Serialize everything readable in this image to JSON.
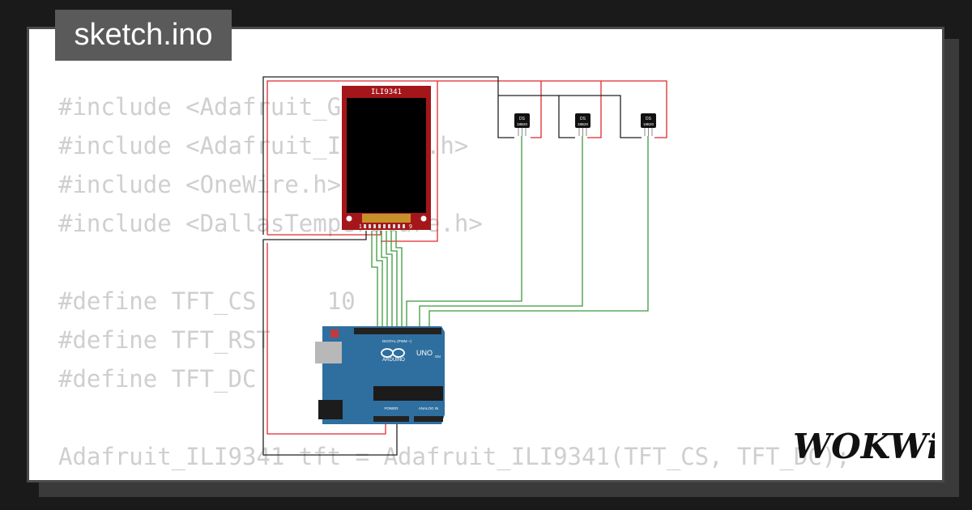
{
  "file_tab": {
    "label": "sketch.ino"
  },
  "code_lines": [
    "#include <Adafruit_GFX.h>",
    "#include <Adafruit_ILI9341.h>",
    "#include <OneWire.h>",
    "#include <DallasTemperature.h>",
    "",
    "#define TFT_CS     10",
    "#define TFT_RST    9",
    "#define TFT_DC     8",
    "",
    "Adafruit_ILI9341 tft = Adafruit_ILI9341(TFT_CS, TFT_DC);"
  ],
  "display": {
    "label": "ILI9341",
    "pin_first": "1",
    "pin_last": "9"
  },
  "sensors": [
    {
      "line1": "DS",
      "line2": "18B20"
    },
    {
      "line1": "DS",
      "line2": "18B20"
    },
    {
      "line1": "DS",
      "line2": "18B20"
    }
  ],
  "arduino": {
    "brand": "ARDUINO",
    "model": "UNO",
    "digital_label": "DIGITAL (PWM ~)",
    "power_label": "POWER",
    "analog_label": "ANALOG IN",
    "on_label": "ON"
  },
  "brand_logo": {
    "text": "WOKWi"
  },
  "colors": {
    "wire_red": "#e0282e",
    "wire_green": "#3c9a3c",
    "wire_black": "#222222",
    "display_pcb": "#a4161a",
    "arduino_pcb": "#2f6f9f"
  }
}
